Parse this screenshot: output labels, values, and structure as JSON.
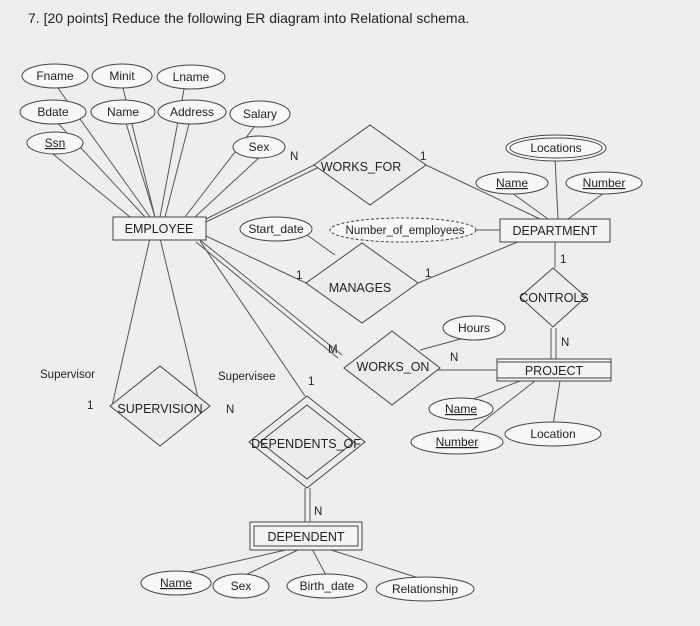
{
  "question": "7.  [20 points] Reduce the following ER diagram into Relational schema.",
  "attributes": {
    "fname": "Fname",
    "minit": "Minit",
    "lname": "Lname",
    "bdate": "Bdate",
    "emp_name": "Name",
    "address": "Address",
    "salary": "Salary",
    "ssn": "Ssn",
    "emp_sex": "Sex",
    "locations": "Locations",
    "dept_name": "Name",
    "dept_number": "Number",
    "start_date": "Start_date",
    "number_of_employees": "Number_of_employees",
    "hours": "Hours",
    "proj_name": "Name",
    "proj_number": "Number",
    "proj_location": "Location",
    "dep_name": "Name",
    "dep_sex": "Sex",
    "birth_date": "Birth_date",
    "relationship": "Relationship"
  },
  "entities": {
    "employee": "EMPLOYEE",
    "department": "DEPARTMENT",
    "project": "PROJECT",
    "dependent": "DEPENDENT"
  },
  "relationships": {
    "works_for": "WORKS_FOR",
    "manages": "MANAGES",
    "works_on": "WORKS_ON",
    "controls": "CONTROLS",
    "supervision": "SUPERVISION",
    "dependents_of": "DEPENDENTS_OF"
  },
  "roles": {
    "supervisor": "Supervisor",
    "supervisee": "Supervisee"
  },
  "cardinalities": {
    "works_for_emp": "N",
    "works_for_dept": "1",
    "manages_emp": "1",
    "manages_dept": "1",
    "works_on_emp": "M",
    "works_on_proj": "N",
    "controls_dept": "1",
    "controls_proj": "N",
    "supervision_supervisor": "1",
    "supervision_supervisee": "N",
    "dependents_of_emp": "1",
    "dependents_of_dep": "N"
  }
}
